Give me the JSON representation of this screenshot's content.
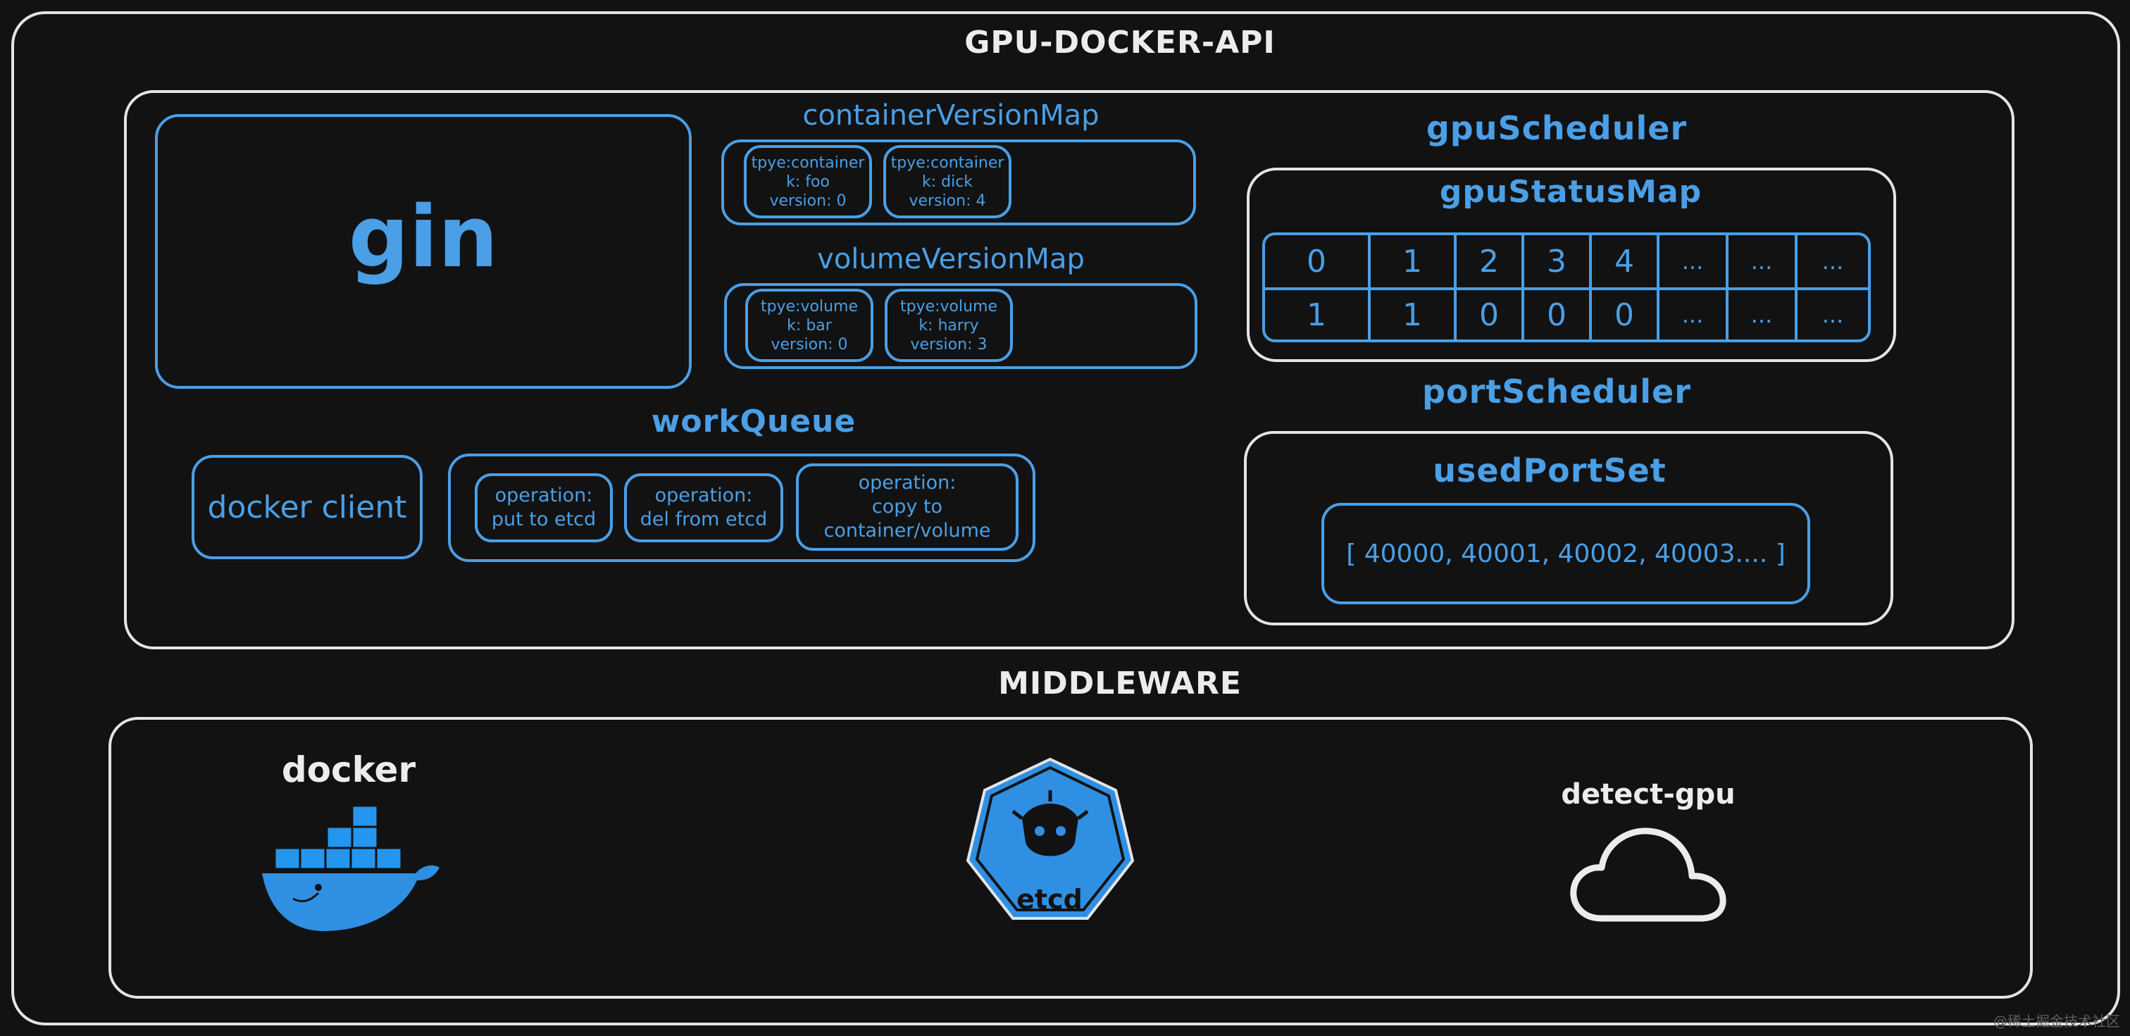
{
  "diagram": {
    "title": "GPU-DOCKER-API",
    "gin": {
      "label": "gin"
    },
    "containerVersionMap": {
      "label": "containerVersionMap",
      "entries": [
        {
          "type": "tpye:container",
          "key": "k: foo",
          "version": "version: 0"
        },
        {
          "type": "tpye:container",
          "key": "k: dick",
          "version": "version: 4"
        }
      ]
    },
    "volumeVersionMap": {
      "label": "volumeVersionMap",
      "entries": [
        {
          "type": "tpye:volume",
          "key": "k: bar",
          "version": "version: 0"
        },
        {
          "type": "tpye:volume",
          "key": "k: harry",
          "version": "version: 3"
        }
      ]
    },
    "gpuScheduler": {
      "label": "gpuScheduler",
      "statusMap": {
        "label": "gpuStatusMap",
        "index_row": [
          "0",
          "1",
          "2",
          "3",
          "4",
          "...",
          "...",
          "..."
        ],
        "status_row": [
          "1",
          "1",
          "0",
          "0",
          "0",
          "...",
          "...",
          "..."
        ]
      }
    },
    "portScheduler": {
      "label": "portScheduler",
      "usedPortSet": {
        "label": "usedPortSet",
        "value": "[ 40000, 40001, 40002, 40003.... ]"
      }
    },
    "dockerClient": {
      "label": "docker client"
    },
    "workQueue": {
      "label": "workQueue",
      "operations": [
        {
          "line1": "operation:",
          "line2": "put to etcd"
        },
        {
          "line1": "operation:",
          "line2": "del from etcd"
        },
        {
          "line1": "operation:",
          "line2": "copy to",
          "line3": "container/volume"
        }
      ]
    },
    "middleware": {
      "label": "MIDDLEWARE",
      "docker": {
        "label": "docker",
        "icon": "docker-whale-icon"
      },
      "etcd": {
        "label": "etcd",
        "icon": "etcd-heptagon-icon"
      },
      "detectGpu": {
        "label": "detect-gpu",
        "icon": "cloud-icon"
      }
    },
    "watermark": "@稀土掘金技术社区",
    "colors": {
      "background": "#121212",
      "accent_blue": "#4a9fe6",
      "outline_white": "#e4e4e4"
    }
  }
}
